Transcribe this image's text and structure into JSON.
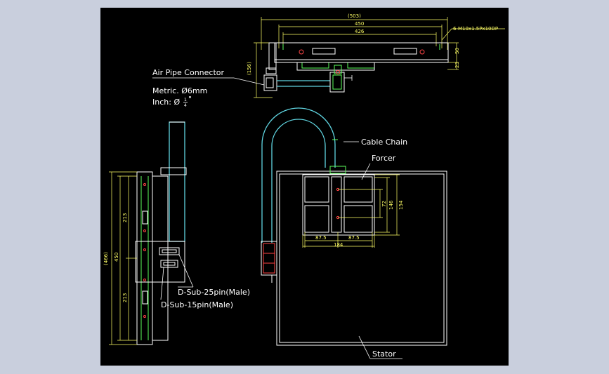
{
  "labels": {
    "air_pipe": "Air Pipe Connector",
    "metric": "Metric. Ø6mm",
    "inch": "Inch: Ø",
    "inch_frac_num": "1",
    "inch_frac_den": "4",
    "inch_mark": "\"",
    "cable_chain": "Cable Chain",
    "forcer": "Forcer",
    "stator": "Stator",
    "dsub25": "D-Sub-25pin(Male)",
    "dsub15": "D-Sub-15pin(Male)"
  },
  "dims": {
    "top_overall": "(503)",
    "top_450": "450",
    "top_426": "426",
    "bolt_spec": "6-M10x1.5Px10DP",
    "top_h_156": "(156)",
    "top_h_50": "50",
    "top_h_23": "23",
    "side_466": "(466)",
    "side_450": "450",
    "side_213a": "213",
    "side_213b": "213",
    "forcer_72": "72",
    "forcer_146": "146",
    "forcer_154": "154",
    "forcer_875a": "87.5",
    "forcer_875b": "87.5",
    "forcer_184": "184"
  },
  "colors": {
    "background": "#000000",
    "frame": "#c9cfdd",
    "outline": "#ffffff",
    "dimension": "#ffff66",
    "cable": "#5fd4e0",
    "part": "#5cff5c",
    "accent": "#ff4444"
  }
}
